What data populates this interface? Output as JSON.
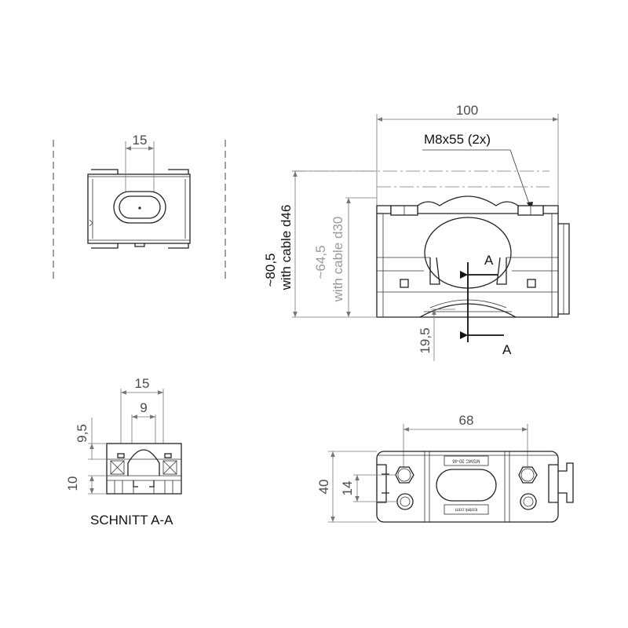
{
  "dimensions": {
    "top_view_width": "15",
    "front_width": "100",
    "bolt_spec": "M8x55 (2x)",
    "height_d46": "~80,5",
    "height_d46_note": "with cable d46",
    "height_d30": "~64,5",
    "height_d30_note": "with cable d30",
    "base_height": "19,5",
    "section_width_outer": "15",
    "section_width_inner": "9",
    "section_height_upper": "9,5",
    "section_height_lower": "10",
    "plan_width": "68",
    "plan_height_outer": "40",
    "plan_height_inner": "14"
  },
  "section_marker": {
    "upper": "A",
    "lower": "A"
  },
  "section_title": "SCHNITT A-A",
  "plate_labels": {
    "product": "MSMC 30-46",
    "website": "icotek.com"
  },
  "colors": {
    "outline": "#222222",
    "dimension": "#777777",
    "dimension_text": "#4a4a4a",
    "background": "#ffffff"
  }
}
